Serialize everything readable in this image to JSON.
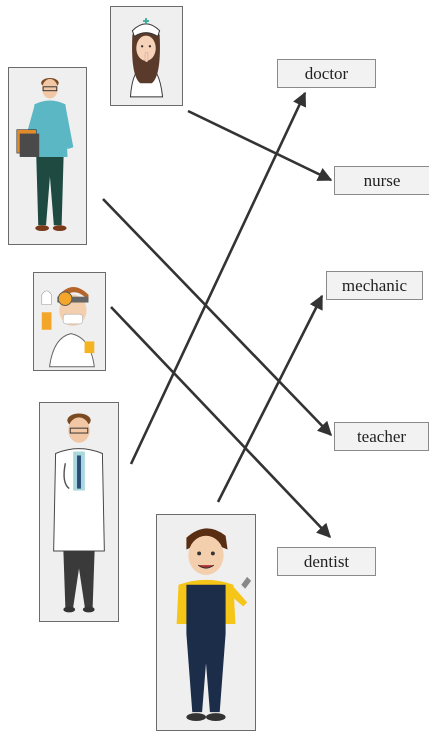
{
  "labels": {
    "doctor": "doctor",
    "nurse": "nurse",
    "mechanic": "mechanic",
    "teacher": "teacher",
    "dentist": "dentist"
  },
  "pictures": [
    "nurse",
    "teacher",
    "dentist",
    "doctor",
    "mechanic"
  ],
  "matches": [
    {
      "from": "nurse",
      "to": "nurse"
    },
    {
      "from": "teacher",
      "to": "teacher"
    },
    {
      "from": "dentist",
      "to": "dentist"
    },
    {
      "from": "doctor",
      "to": "doctor"
    },
    {
      "from": "mechanic",
      "to": "mechanic"
    }
  ],
  "colors": {
    "arrow": "#333333",
    "card_bg": "#efefef",
    "label_bg": "#f2f2f2"
  }
}
